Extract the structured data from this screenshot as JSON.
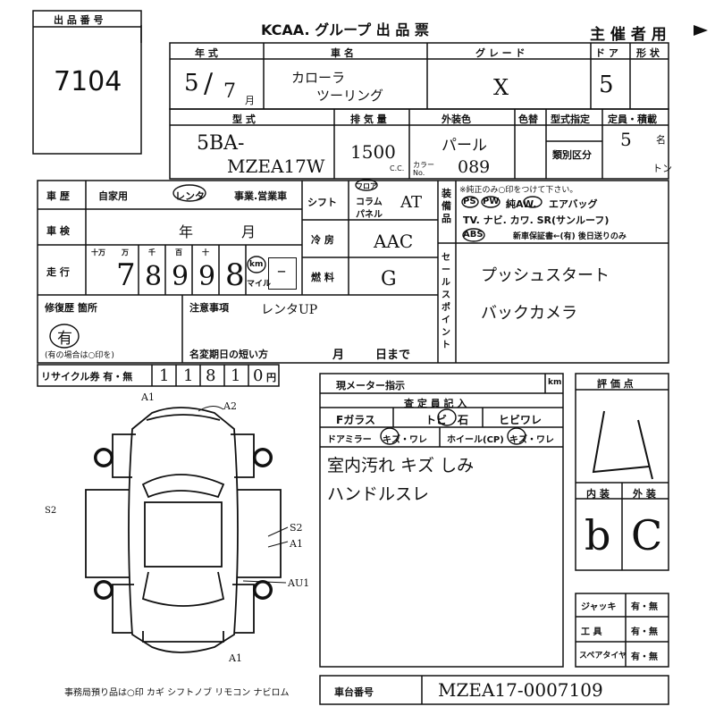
{
  "header": {
    "lot_label": "出 品 番 号",
    "lot_number": "7104",
    "title": "KCAA. グループ 出 品 票",
    "usage": "主 催 者 用"
  },
  "row1": {
    "year_label": "年  式",
    "name_label": "車  名",
    "grade_label": "グ レ ー ド",
    "doors_label": "ド ア",
    "shape_label": "形 状",
    "year_value": "5",
    "month_value": "7",
    "month_unit": "月",
    "name_value_1": "カローラ",
    "name_value_2": "ツーリング",
    "grade_value": "X",
    "doors_value": "5"
  },
  "row2": {
    "model_label": "型  式",
    "cc_label": "排 気 量",
    "color_label": "外装色",
    "color_change_label": "色替",
    "type_cert_label": "型式指定",
    "capacity_label": "定員・積載",
    "class_label": "類別区分",
    "cc_unit": "C.C.",
    "color_no_label": "カラー No.",
    "model_value_1": "5BA-",
    "model_value_2": "MZEA17W",
    "cc_value": "1500",
    "color_value": "パール",
    "color_no_value": "089",
    "capacity_value": "5",
    "capacity_unit_1": "名",
    "capacity_unit_2": "トン"
  },
  "history": {
    "label": "車 歴",
    "own": "自家用",
    "rental": "レンタ",
    "business": "事業.営業車",
    "selected": "レンタ"
  },
  "inspection": {
    "label": "車 検",
    "year_unit": "年",
    "month_unit": "月"
  },
  "mileage": {
    "label": "走 行",
    "unit_headers": [
      "十万",
      "万",
      "千",
      "百",
      "十"
    ],
    "digits": [
      "7",
      "8",
      "9",
      "9",
      "8"
    ],
    "km_label": "km",
    "mile_label": "マイル",
    "mile_value": "–"
  },
  "shift": {
    "label": "シフト",
    "column_label": "コラム",
    "floor_label": "フロア",
    "panel_label": "パネル",
    "value": "AT"
  },
  "ac": {
    "label": "冷 房",
    "value": "AAC"
  },
  "fuel": {
    "label": "燃 料",
    "value": "G"
  },
  "equipment": {
    "side_label": "装備品",
    "instruction": "※純正のみ○印をつけて下さい。",
    "items_line1": [
      "PS",
      "PW",
      "純AW.",
      "エアバッグ"
    ],
    "items_line2": "TV. ナビ. カワ. SR(サンルーフ)",
    "abs": "ABS",
    "warranty": "新車保証書←(有) 後日送りのみ"
  },
  "sales_point": {
    "side_label": "セールスポイント",
    "line1": "プッシュスタート",
    "line2": "バックカメラ"
  },
  "repair": {
    "label": "修復歴 箇所",
    "note": "(有の場合は○印を)",
    "value": "有",
    "caution_label": "注意事項",
    "caution_value": "レンタUP",
    "name_change_label": "名変期日の短い方",
    "month_unit": "月",
    "day_unit": "日まで"
  },
  "recycle": {
    "label": "リサイクル券 有・無",
    "digits": [
      "1",
      "1",
      "8",
      "1",
      "0"
    ],
    "unit": "円"
  },
  "meter": {
    "label": "現メーター指示",
    "unit": "km"
  },
  "assessment": {
    "label": "査 定 員 記 入",
    "f_glass": "Fガラス",
    "tobi": "トビ",
    "ishi": "石",
    "hibiware": "ヒビワレ",
    "door_mirror": "ドアミラー",
    "kizu_ware_1": "キズ・ワレ",
    "wheel": "ホイール(CP)",
    "kizu_ware_2": "キズ・ワレ",
    "notes_line1": "室内汚れ キズ しみ",
    "notes_line2": "ハンドルスレ"
  },
  "score": {
    "label": "評 価 点",
    "value": "4",
    "interior_label": "内 装",
    "exterior_label": "外 装",
    "interior_value": "b",
    "exterior_value": "C"
  },
  "tools": {
    "jack": "ジャッキ",
    "tools": "工   具",
    "spare": "スペアタイヤ",
    "yes_no": "有・無"
  },
  "car_diagram": {
    "marks": [
      "A1",
      "A2",
      "S2",
      "S2",
      "A1",
      "AU1",
      "A1"
    ]
  },
  "footer": {
    "office_items": "事務局預り品は○印   カギ  シフトノブ  リモコン  ナビロム",
    "chassis_label": "車台番号",
    "chassis_value": "MZEA17-0007109"
  }
}
